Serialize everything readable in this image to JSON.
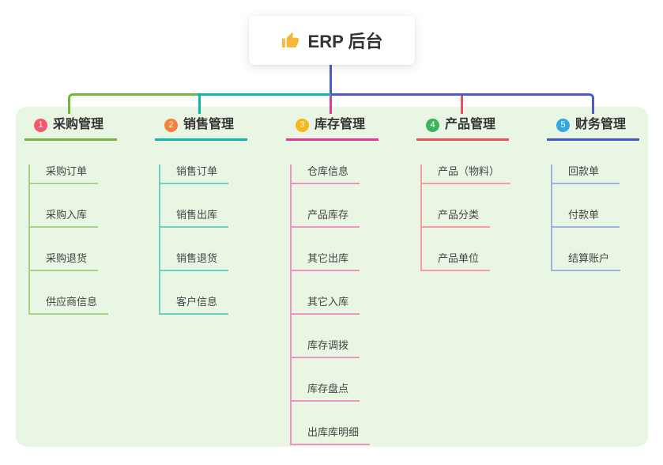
{
  "root": {
    "title": "ERP 后台",
    "icon": "thumbs-up-icon"
  },
  "colors": {
    "panel_background": "#e9f6e3",
    "root_connector": "#4b5cc8",
    "title_text": "#333333",
    "thumb_icon": "#f5b93a"
  },
  "connectors": {
    "green": "#79b33e",
    "teal": "#10b5ad",
    "blue": "#4b5cc8",
    "magenta": "#e13a96",
    "red": "#f0505a"
  },
  "branches": [
    {
      "id": 1,
      "badge": "1",
      "label": "采购管理",
      "badge_color": "#f4566a",
      "line_color": "#79b33e",
      "light_color": "#a6d386",
      "children": [
        "采购订单",
        "采购入库",
        "采购退货",
        "供应商信息"
      ]
    },
    {
      "id": 2,
      "badge": "2",
      "label": "销售管理",
      "badge_color": "#f5823a",
      "line_color": "#10b5ad",
      "light_color": "#6fd0ca",
      "children": [
        "销售订单",
        "销售出库",
        "销售退货",
        "客户信息"
      ]
    },
    {
      "id": 3,
      "badge": "3",
      "label": "库存管理",
      "badge_color": "#f8b619",
      "line_color": "#e13a96",
      "light_color": "#ef92c5",
      "children": [
        "仓库信息",
        "产品库存",
        "其它出库",
        "其它入库",
        "库存调拨",
        "库存盘点",
        "出库库明细"
      ]
    },
    {
      "id": 4,
      "badge": "4",
      "label": "产品管理",
      "badge_color": "#3cb45c",
      "line_color": "#f0505a",
      "light_color": "#f59da2",
      "children": [
        "产品（物料）",
        "产品分类",
        "产品单位"
      ]
    },
    {
      "id": 5,
      "badge": "5",
      "label": "财务管理",
      "badge_color": "#31a8e0",
      "line_color": "#3f5ac8",
      "light_color": "#9fb2e2",
      "children": [
        "回款单",
        "付款单",
        "结算账户"
      ]
    }
  ]
}
